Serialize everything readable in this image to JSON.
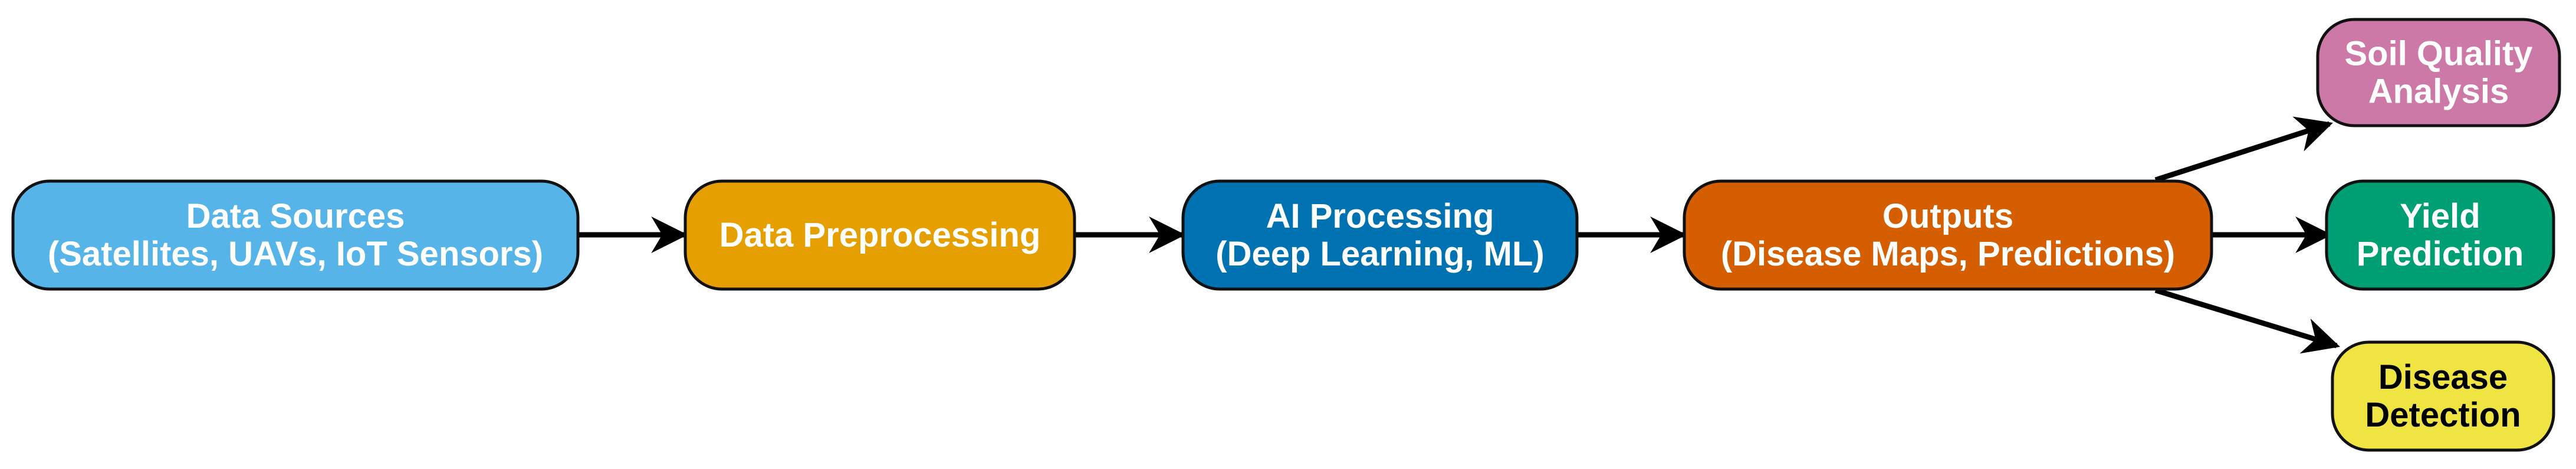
{
  "diagram": {
    "nodes": [
      {
        "id": "data-sources",
        "lines": [
          "Data Sources",
          "(Satellites, UAVs, IoT Sensors)"
        ],
        "fill": "#56b4e9",
        "text_color": "#ffffff"
      },
      {
        "id": "data-preprocessing",
        "lines": [
          "Data Preprocessing"
        ],
        "fill": "#e69f00",
        "text_color": "#ffffff"
      },
      {
        "id": "ai-processing",
        "lines": [
          "AI Processing",
          "(Deep Learning, ML)"
        ],
        "fill": "#0072b2",
        "text_color": "#ffffff"
      },
      {
        "id": "outputs",
        "lines": [
          "Outputs",
          "(Disease Maps, Predictions)"
        ],
        "fill": "#d55e00",
        "text_color": "#ffffff"
      },
      {
        "id": "soil-quality-analysis",
        "lines": [
          "Soil Quality",
          "Analysis"
        ],
        "fill": "#cc79a7",
        "text_color": "#ffffff"
      },
      {
        "id": "yield-prediction",
        "lines": [
          "Yield",
          "Prediction"
        ],
        "fill": "#009e73",
        "text_color": "#ffffff"
      },
      {
        "id": "disease-detection",
        "lines": [
          "Disease",
          "Detection"
        ],
        "fill": "#f0e442",
        "text_color": "#000000"
      }
    ],
    "edges": [
      {
        "from": "data-sources",
        "to": "data-preprocessing"
      },
      {
        "from": "data-preprocessing",
        "to": "ai-processing"
      },
      {
        "from": "ai-processing",
        "to": "outputs"
      },
      {
        "from": "outputs",
        "to": "soil-quality-analysis"
      },
      {
        "from": "outputs",
        "to": "yield-prediction"
      },
      {
        "from": "outputs",
        "to": "disease-detection"
      }
    ],
    "colors": {
      "stroke": "#111111",
      "arrow": "#000000"
    }
  }
}
